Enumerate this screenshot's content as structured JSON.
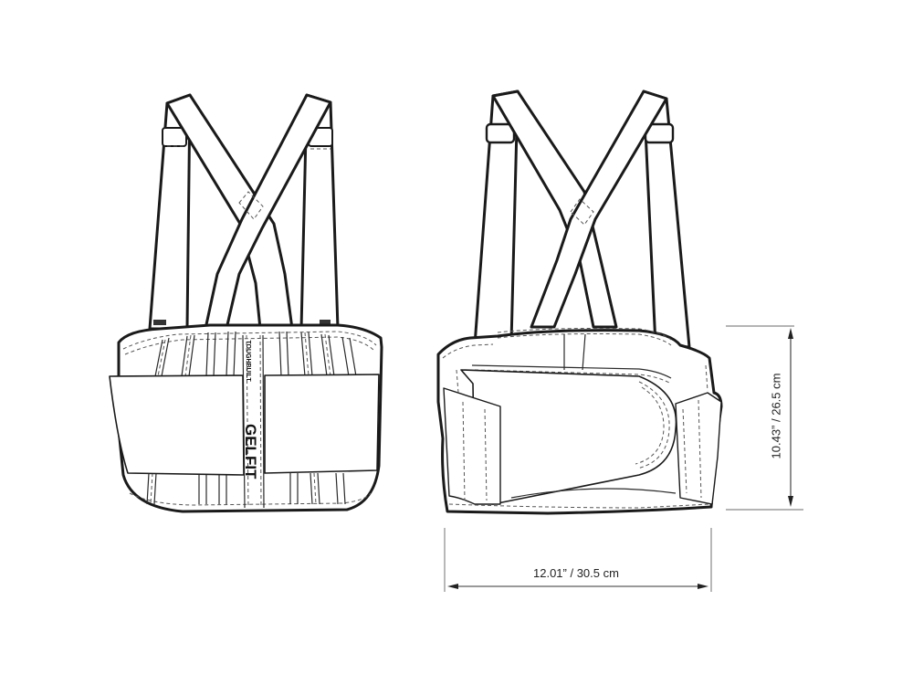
{
  "figure": {
    "subject": "Back support belt with suspenders",
    "views": [
      {
        "name": "back-view",
        "brand_labels": {
          "primary": "GELFIT",
          "secondary": "TOUGHBUILT"
        }
      },
      {
        "name": "front-view"
      }
    ]
  },
  "dimensions": {
    "width": {
      "label": "12.01” / 30.5 cm",
      "inches": 12.01,
      "cm": 30.5
    },
    "height": {
      "label": "10.43”  /  26.5 cm",
      "inches": 10.43,
      "cm": 26.5
    }
  },
  "colors": {
    "background": "#ffffff",
    "outline": "#1a1a1a",
    "stitch": "#555555",
    "dimension": "#333333"
  }
}
